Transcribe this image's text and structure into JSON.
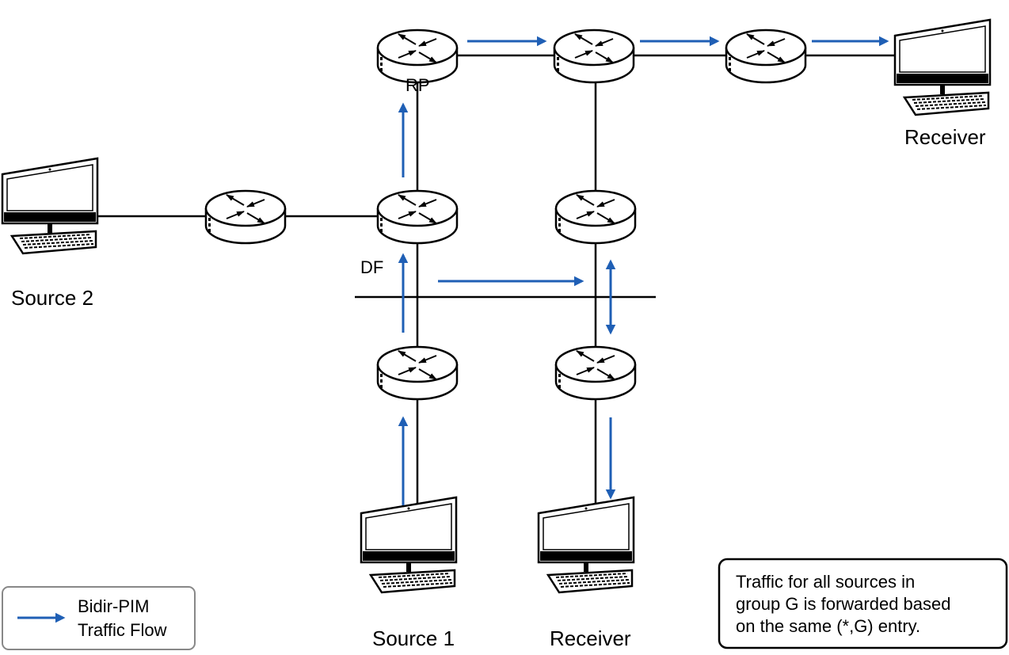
{
  "labels": {
    "rp": "RP",
    "df": "DF",
    "source1": "Source 1",
    "source2": "Source 2",
    "receiver_top_right": "Receiver",
    "receiver_bottom": "Receiver"
  },
  "legend": {
    "line1": "Bidir-PIM",
    "line2": "Traffic Flow"
  },
  "note": {
    "line1": "Traffic for all sources in",
    "line2": "group G is forwarded based",
    "line3": "on the same (*,G) entry."
  },
  "colors": {
    "flow": "#1f5fb5",
    "wire": "#000000"
  },
  "icons": [
    "router-icon",
    "computer-icon",
    "arrow-icon"
  ]
}
